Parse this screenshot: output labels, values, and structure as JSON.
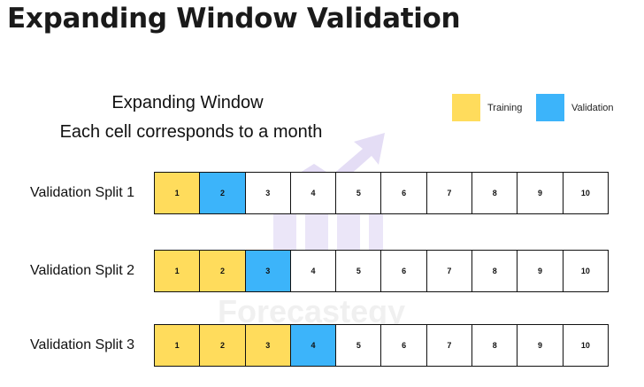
{
  "page_title": "Expanding Window Validation",
  "diagram": {
    "title": "Expanding Window",
    "subtitle": "Each cell corresponds to a month",
    "legend": [
      {
        "label": "Training",
        "color": "#ffdc5c"
      },
      {
        "label": "Validation",
        "color": "#3cb4fa"
      }
    ],
    "watermark_text": "Forecastegy",
    "colors": {
      "training": "#ffdc5c",
      "validation": "#3cb4fa",
      "unused": "#ffffff",
      "watermark": "#e6e0f6"
    },
    "splits": [
      {
        "label": "Validation Split 1",
        "cells": [
          {
            "month": "1",
            "role": "training"
          },
          {
            "month": "2",
            "role": "validation"
          },
          {
            "month": "3",
            "role": "unused"
          },
          {
            "month": "4",
            "role": "unused"
          },
          {
            "month": "5",
            "role": "unused"
          },
          {
            "month": "6",
            "role": "unused"
          },
          {
            "month": "7",
            "role": "unused"
          },
          {
            "month": "8",
            "role": "unused"
          },
          {
            "month": "9",
            "role": "unused"
          },
          {
            "month": "10",
            "role": "unused"
          }
        ]
      },
      {
        "label": "Validation Split 2",
        "cells": [
          {
            "month": "1",
            "role": "training"
          },
          {
            "month": "2",
            "role": "training"
          },
          {
            "month": "3",
            "role": "validation"
          },
          {
            "month": "4",
            "role": "unused"
          },
          {
            "month": "5",
            "role": "unused"
          },
          {
            "month": "6",
            "role": "unused"
          },
          {
            "month": "7",
            "role": "unused"
          },
          {
            "month": "8",
            "role": "unused"
          },
          {
            "month": "9",
            "role": "unused"
          },
          {
            "month": "10",
            "role": "unused"
          }
        ]
      },
      {
        "label": "Validation Split 3",
        "cells": [
          {
            "month": "1",
            "role": "training"
          },
          {
            "month": "2",
            "role": "training"
          },
          {
            "month": "3",
            "role": "training"
          },
          {
            "month": "4",
            "role": "validation"
          },
          {
            "month": "5",
            "role": "unused"
          },
          {
            "month": "6",
            "role": "unused"
          },
          {
            "month": "7",
            "role": "unused"
          },
          {
            "month": "8",
            "role": "unused"
          },
          {
            "month": "9",
            "role": "unused"
          },
          {
            "month": "10",
            "role": "unused"
          }
        ]
      }
    ]
  }
}
